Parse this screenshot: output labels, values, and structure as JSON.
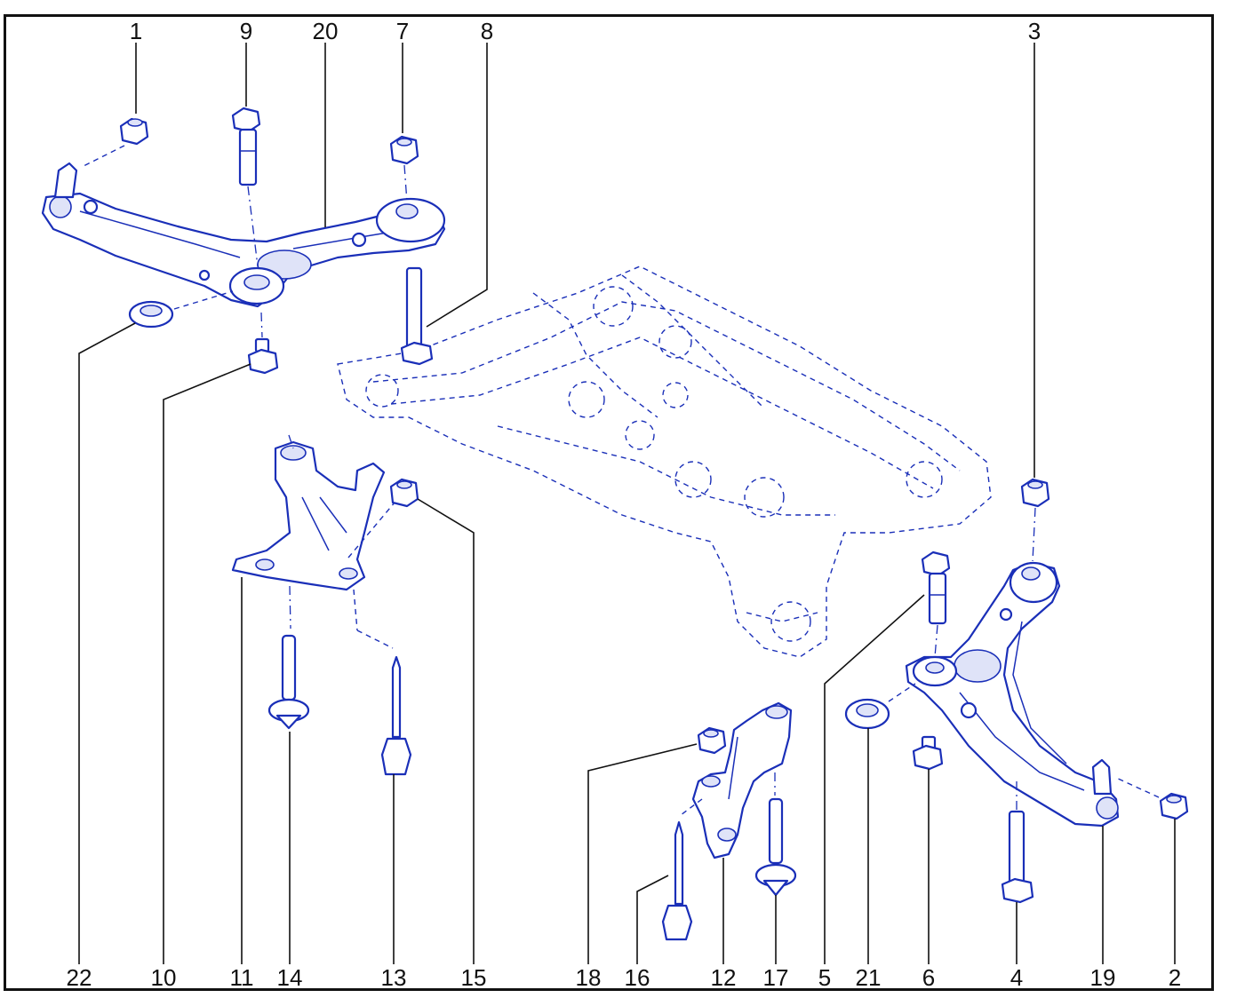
{
  "callouts": {
    "top": [
      "1",
      "9",
      "20",
      "7",
      "8",
      "3"
    ],
    "bottom": [
      "22",
      "10",
      "11",
      "14",
      "13",
      "15",
      "18",
      "16",
      "12",
      "17",
      "5",
      "21",
      "6",
      "4",
      "19",
      "2"
    ]
  },
  "colors": {
    "line_art": "#1a2fb8",
    "shading": "#dfe3f8",
    "frame": "#111111",
    "background": "#ffffff"
  }
}
